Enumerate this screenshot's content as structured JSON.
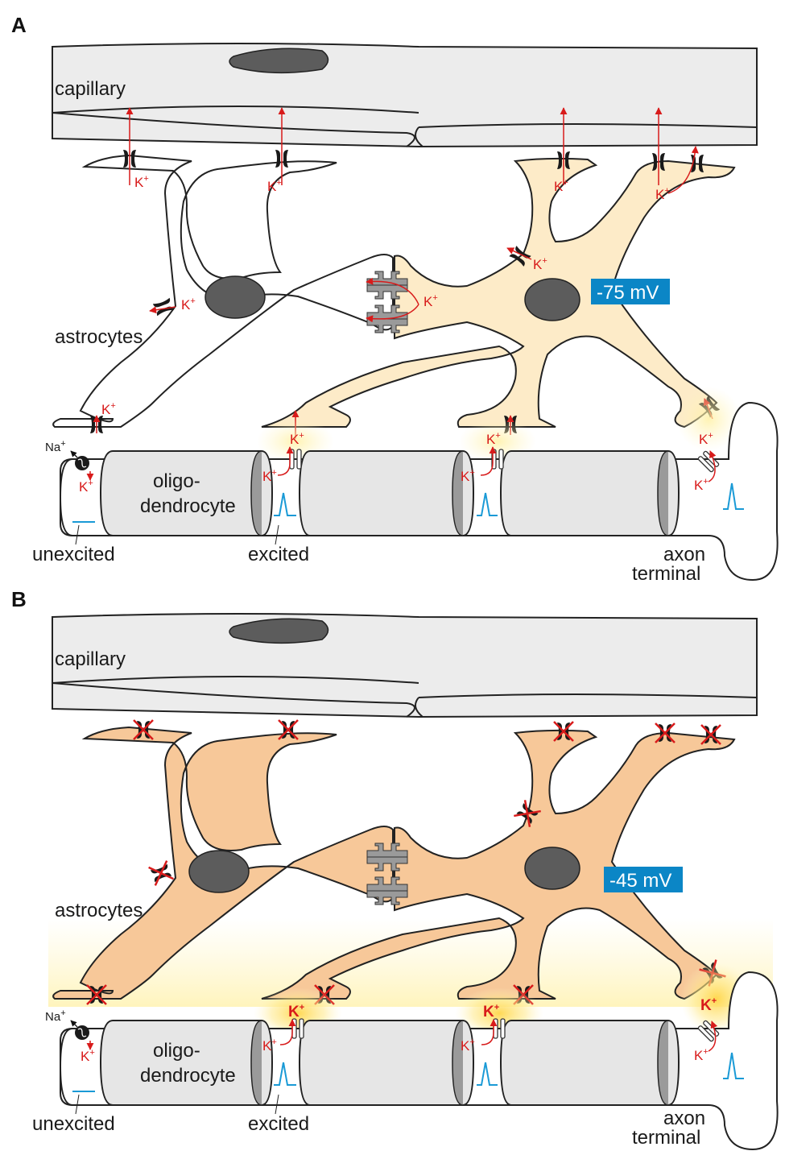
{
  "panel_a": {
    "label": "A",
    "capillary": "capillary",
    "astrocytes": "astrocytes",
    "voltage": "-75 mV",
    "oligodendrocyte_line1": "oligo-",
    "oligodendrocyte_line2": "dendrocyte",
    "unexcited": "unexcited",
    "excited": "excited",
    "axon": "axon",
    "terminal": "terminal",
    "k_ion": "K",
    "na_ion": "Na",
    "plus": "+"
  },
  "panel_b": {
    "label": "B",
    "capillary": "capillary",
    "astrocytes": "astrocytes",
    "voltage": "-45 mV",
    "oligodendrocyte_line1": "oligo-",
    "oligodendrocyte_line2": "dendrocyte",
    "unexcited": "unexcited",
    "excited": "excited",
    "axon": "axon",
    "terminal": "terminal",
    "k_ion": "K",
    "na_ion": "Na",
    "plus": "+"
  },
  "colors": {
    "capillary_fill": "#ececec",
    "astro_light": "#fdebc8",
    "astro_dark": "#f7c899",
    "nucleus": "#5c5c5c",
    "ion_red": "#d81b1b",
    "voltage_box": "#0b86c6",
    "spike_blue": "#1a9ad6",
    "glow": "#fff2a0"
  }
}
